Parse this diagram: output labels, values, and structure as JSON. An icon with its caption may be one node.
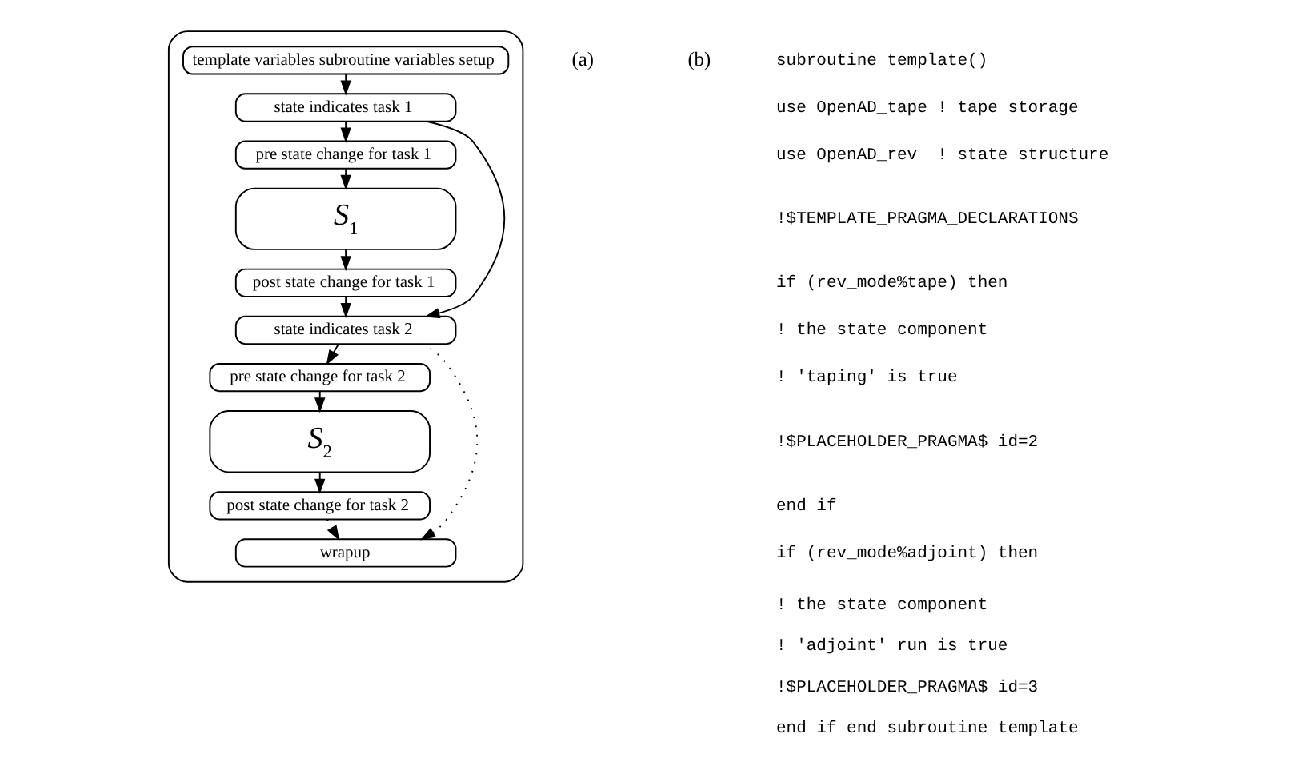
{
  "diagram": {
    "nodes": [
      {
        "text": [],
        "shape": "box"
      },
      {
        "text": [
          "template variables subroutine variables setup"
        ],
        "in": 0
      },
      {
        "text": [
          "state indicates task 1"
        ],
        "in": 0
      },
      {
        "text": [
          "pre state change for task 1"
        ],
        "in": 0
      },
      {
        "text": [
          "*S*$_{1}$"
        ],
        "in": 0
      },
      {
        "text": [
          "post state change for task 1"
        ],
        "in": 0
      },
      {
        "text": [
          "state indicates task 2"
        ],
        "in": 0
      },
      {
        "text": [
          "pre state change for task 2"
        ],
        "in": 0
      },
      {
        "text": [
          "*S*$_{2}$"
        ],
        "in": 0
      },
      {
        "text": [
          "post state change for task 2"
        ],
        "in": 0
      },
      {
        "text": [
          "wrapup"
        ],
        "in": 0
      }
    ],
    "edges": [
      {
        "from": 1,
        "to": 2,
        "arrow": "to"
      },
      {
        "from": 2,
        "to": 3,
        "arrow": "to"
      },
      {
        "from": 3,
        "to": 4,
        "arrow": "to"
      },
      {
        "from": 4,
        "to": 5,
        "arrow": "to"
      },
      {
        "from": 5,
        "to": 6,
        "arrow": "to"
      },
      {
        "from": 2,
        "to": 6,
        "arrow": "to"
      },
      {
        "from": 6,
        "to": 7,
        "arrow": "to"
      },
      {
        "from": 7,
        "to": 8,
        "arrow": "to"
      },
      {
        "from": 8,
        "to": 9,
        "arrow": "to"
      },
      {
        "from": 9,
        "to": 10,
        "arrow": "to",
        "style": "dashed"
      },
      {
        "from": 6,
        "to": 10,
        "arrow": "to",
        "style": "dashed"
      }
    ],
    "labels": [
      "(a)",
      "(b)",
      "subroutine template()",
      "use OpenAD_tape ! tape storage",
      "use OpenAD_rev  ! state structure",
      "!$TEMPLATE_PRAGMA_DECLARATIONS",
      "if (rev_mode%tape) then",
      "! the state component",
      "! 'taping' is true",
      "!$PLACEHOLDER_PRAGMA$ id=2",
      "end if",
      "if (rev_mode%adjoint) then",
      "! the state component",
      "! 'adjoint' run is true",
      "!$PLACEHOLDER_PRAGMA$ id=3",
      "end if end subroutine template"
    ]
  }
}
